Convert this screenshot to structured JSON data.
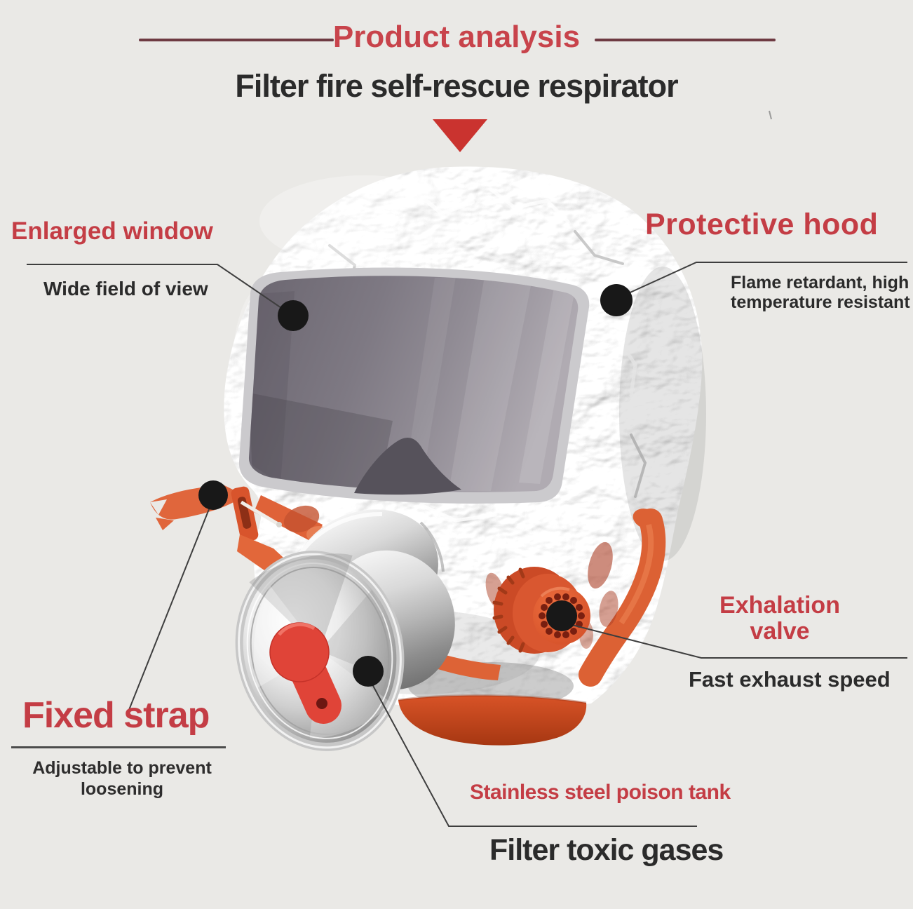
{
  "header": {
    "kicker": "Product analysis",
    "title": "Filter fire self-rescue respirator"
  },
  "callouts": {
    "window": {
      "label": "Enlarged window",
      "description": "Wide field of view"
    },
    "hood": {
      "label": "Protective hood",
      "description": "Flame retardant, high temperature resistant"
    },
    "valve": {
      "label": "Exhalation valve",
      "description": "Fast exhaust speed"
    },
    "strap": {
      "label": "Fixed strap",
      "description": "Adjustable to prevent loosening"
    },
    "tank": {
      "label": "Stainless steel poison tank",
      "description": "Filter toxic gases"
    }
  },
  "palette": {
    "accent_red": "#c43d45",
    "divider_dark_red": "#6e3a42",
    "arrow_red": "#ca332f",
    "text_dark": "#2b2b2b",
    "background": "#eae9e6",
    "strap_orange": "#dd6134",
    "collar_orange_red": "#c9451f",
    "keyhole_red": "#e04438",
    "callout_dot": "#181818"
  }
}
